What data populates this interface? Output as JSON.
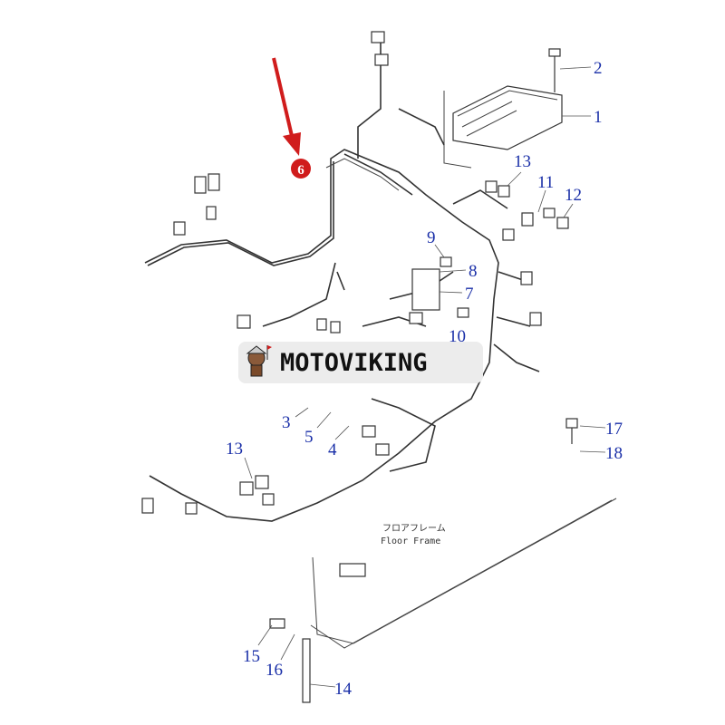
{
  "diagram": {
    "title": "Wiring harness parts diagram",
    "highlighted_part": "6",
    "highlight_color": "#d01c1c",
    "callout_color": "#1a2fa8",
    "callouts": [
      {
        "id": "c1",
        "label": "1"
      },
      {
        "id": "c2",
        "label": "2"
      },
      {
        "id": "c13a",
        "label": "13"
      },
      {
        "id": "c11",
        "label": "11"
      },
      {
        "id": "c12",
        "label": "12"
      },
      {
        "id": "c9",
        "label": "9"
      },
      {
        "id": "c8",
        "label": "8"
      },
      {
        "id": "c7",
        "label": "7"
      },
      {
        "id": "c10",
        "label": "10"
      },
      {
        "id": "c3",
        "label": "3"
      },
      {
        "id": "c5",
        "label": "5"
      },
      {
        "id": "c4",
        "label": "4"
      },
      {
        "id": "c13b",
        "label": "13"
      },
      {
        "id": "c17",
        "label": "17"
      },
      {
        "id": "c18",
        "label": "18"
      },
      {
        "id": "c15",
        "label": "15"
      },
      {
        "id": "c16",
        "label": "16"
      },
      {
        "id": "c14",
        "label": "14"
      }
    ],
    "part6_label": "6",
    "floor_frame_jp": "フロアフレーム",
    "floor_frame_en": "Floor Frame"
  },
  "watermark": {
    "brand": "MOTOVIKING"
  }
}
